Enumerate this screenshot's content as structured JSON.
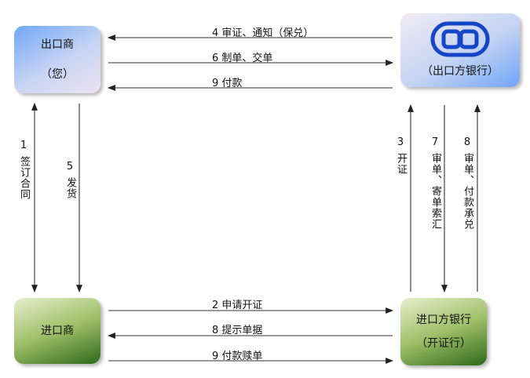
{
  "nodes": {
    "exporter": {
      "line1": "出口商",
      "line2": "（您）"
    },
    "exporter_bank": {
      "line1": "（出口方银行）",
      "logo": "bank-logo-icon",
      "logo_color": "#1446c8"
    },
    "importer": {
      "line1": "进口商"
    },
    "importer_bank": {
      "line1": "进口方银行",
      "line2": "（开证行）"
    }
  },
  "flows": {
    "f4": "4  审证、通知（保兑）",
    "f6": "6  制单、交单",
    "f9a": "9  付款",
    "f2": "2  申请开证",
    "f8a": "8  提示单据",
    "f9b": "9  付款赎单",
    "f1": {
      "num": "1",
      "text": "签订合同"
    },
    "f5": {
      "num": "5",
      "text": "发货"
    },
    "f3": {
      "num": "3",
      "text": "开证"
    },
    "f7": {
      "num": "7",
      "text": "审单、寄单索汇"
    },
    "f8b": {
      "num": "8",
      "text": "审单、付款承兑"
    }
  }
}
